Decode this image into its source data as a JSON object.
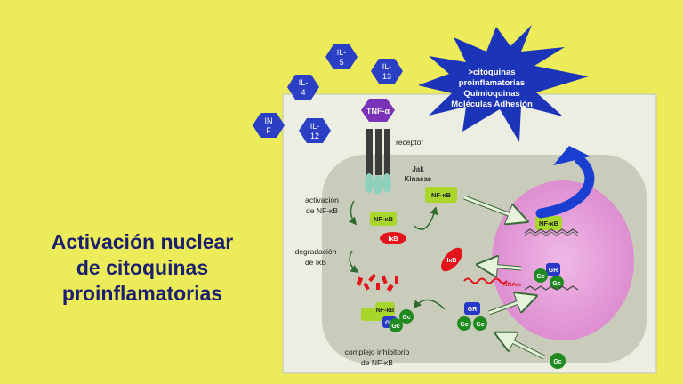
{
  "slide": {
    "title_lines": [
      "Activación nuclear",
      "de citoquinas",
      "proinflamatorias"
    ]
  },
  "cytokines": [
    {
      "line1": "IL-",
      "line2": "5"
    },
    {
      "line1": "IL-",
      "line2": "13"
    },
    {
      "line1": "IL-",
      "line2": "4"
    },
    {
      "line1": "IN",
      "line2": "F"
    },
    {
      "line1": "IL-",
      "line2": "12"
    }
  ],
  "tnf_label": "TNF-α",
  "starburst_lines": [
    ">citoquinas",
    "proinflamatorias",
    "Quimioquinas",
    "Moléculas Adhesión"
  ],
  "labels": {
    "receptor": "receptor",
    "jak_line1": "Jak",
    "jak_line2": "Kinasas",
    "activacion_line1": "activación",
    "activacion_line2": "de NF-κB",
    "degradacion_line1": "degradación",
    "degradacion_line2": "de IκB",
    "complejo_line1": "complejo inhibitorio",
    "complejo_line2": "de NF-κB",
    "rnam": "RNAm"
  },
  "protein_labels": {
    "nfkb": "NF-κB",
    "ikb": "IκB",
    "gr": "GR",
    "gc": "Gc"
  },
  "colors": {
    "slide_bg": "#ecec5a",
    "title": "#1b1f6e",
    "cytokine_fill": "#2a3fc4",
    "tnf_fill": "#7a32b8",
    "starburst_fill": "#1c35b8",
    "nucleus_fill": "#e7a3d8",
    "nfkb_fill": "#a8d62a",
    "ikb_fill": "#e3141a",
    "gc_fill": "#1f8a1f",
    "gr_fill": "#2838c8"
  }
}
